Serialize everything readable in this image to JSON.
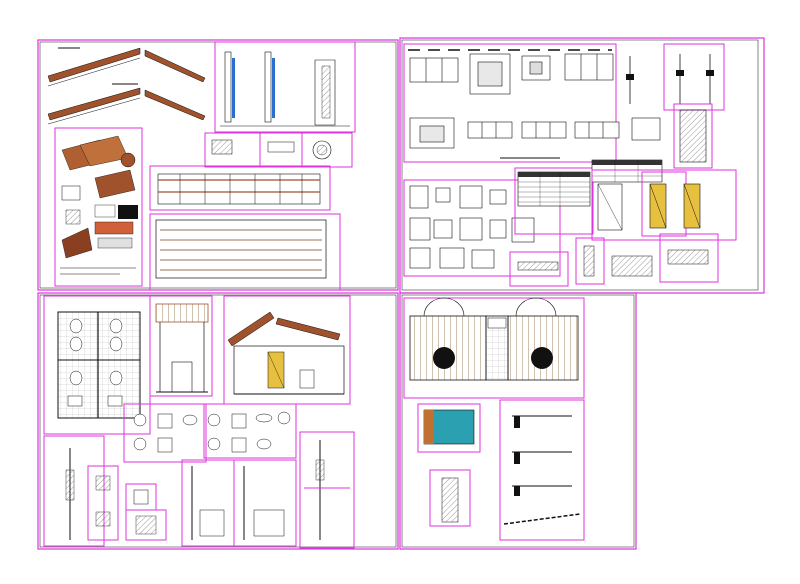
{
  "colors": {
    "background": "#ffffff",
    "frame": "#dd33dd",
    "linework": "#111111",
    "roof_tile": "#a0522d",
    "wood": "#c8a050",
    "tile_blue": "#2aa0b0",
    "door_yellow": "#e8c040",
    "accent_red": "#c03020"
  },
  "sheets": [
    {
      "id": "roof-and-details"
    },
    {
      "id": "windows-and-doors"
    },
    {
      "id": "bathroom-plans-and-sections"
    },
    {
      "id": "ceiling-and-wall-details"
    }
  ]
}
